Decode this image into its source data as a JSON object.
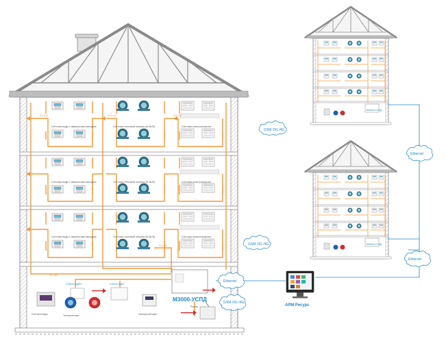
{
  "labels": {
    "uspd": "МЗ000-УСПД",
    "arm": "АРМ Ресурс",
    "ethernet": "Ethernet",
    "gsm": "GSM /3G /4G",
    "gsm_small": "GSM /3G /4G",
    "rs485": "RS-485",
    "rs232": "RS-232",
    "c2000_adr2": "С2000-АДР2",
    "c2000_kdl": "С2000-КДЛ",
    "meters_water": "Счётчики воды с импульсным выходом",
    "meters_heat": "Счётчики тепловой энергии (M-BUS)",
    "meters_electric": "Счётчики электроэнергии",
    "rs485_wire": "RS-485 \nдо 1200 м",
    "sub_water": "Счётчики воды",
    "sub_heat": "Теплосчётчики",
    "sub_elec": "Электросчётчики",
    "building_tag": "M3000-УСПД",
    "router": "Роутер"
  },
  "colors": {
    "wire_orange": "#f29a3a",
    "frame_gray": "#8e8e8e",
    "cloud_stroke": "#1f86c7",
    "roof": "#7a7a7a"
  }
}
